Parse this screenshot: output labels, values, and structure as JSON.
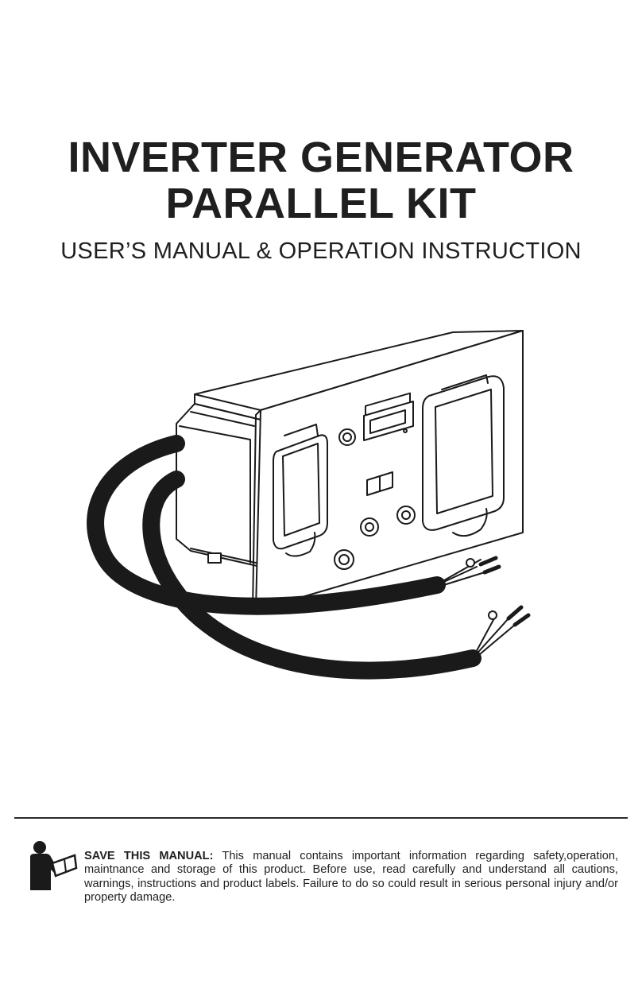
{
  "document": {
    "title_line1": "INVERTER GENERATOR",
    "title_line2": "PARALLEL KIT",
    "subtitle": "USER’S MANUAL & OPERATION INSTRUCTION"
  },
  "notice": {
    "heading": "SAVE THIS MANUAL:",
    "body": "This manual contains important information regarding safety,operation, maintnance and storage of this product. Before use, read carefully and understand all cautions, warnings, instructions and product labels. Failure to do so could result in serious personal injury and/or property damage."
  },
  "icons": {
    "product": "parallel-kit-illustration",
    "notice": "person-reading-manual-icon"
  }
}
